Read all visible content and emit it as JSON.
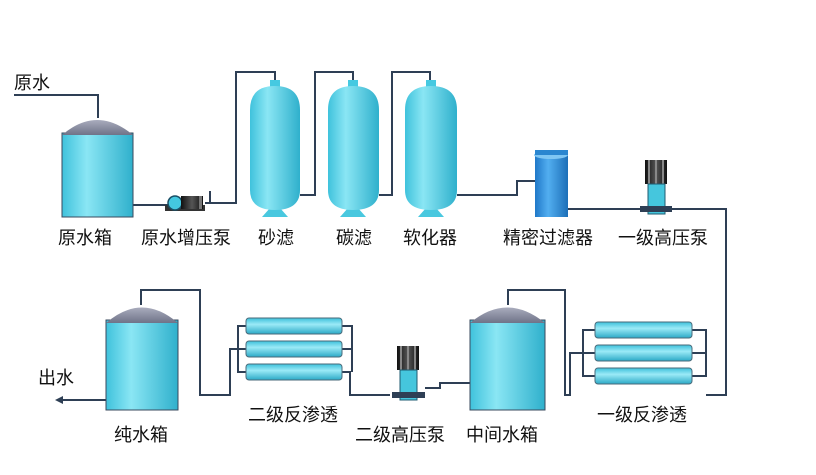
{
  "labels": {
    "raw_water_in": "原水",
    "raw_water_tank": "原水箱",
    "raw_booster_pump": "原水增压泵",
    "sand_filter": "砂滤",
    "carbon_filter": "碳滤",
    "softener": "软化器",
    "precision_filter": "精密过滤器",
    "stage1_hp_pump": "一级高压泵",
    "stage1_ro": "一级反渗透",
    "middle_tank": "中间水箱",
    "stage2_hp_pump": "二级高压泵",
    "stage2_ro": "二级反渗透",
    "pure_water_tank": "纯水箱",
    "water_out": "出水"
  },
  "colors": {
    "tank_body": "#5fd3e8",
    "tank_dome": "#8a8fa3",
    "pipe": "#2e3f55",
    "precision_filter": "#2f8fd8",
    "pump_motor": "#1a1a1a"
  }
}
